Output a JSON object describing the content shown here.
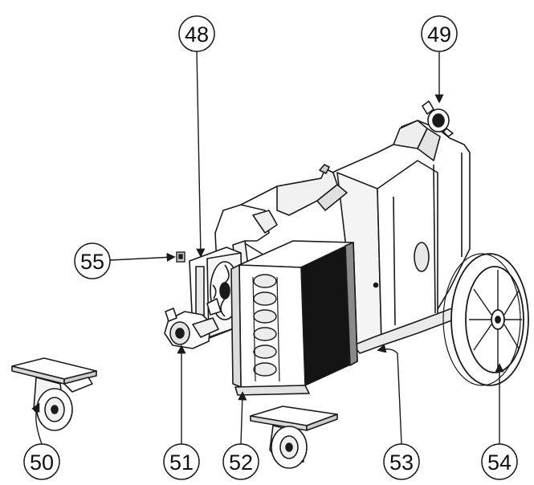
{
  "diagram": {
    "colors": {
      "line": "#1a1a1a",
      "body_fill": "#ffffff",
      "shade": "#d9d9d9",
      "dark": "#141414",
      "copper": "#ececec"
    },
    "callouts": [
      {
        "id": "c48",
        "label": "48"
      },
      {
        "id": "c49",
        "label": "49"
      },
      {
        "id": "c50",
        "label": "50"
      },
      {
        "id": "c51",
        "label": "51"
      },
      {
        "id": "c52",
        "label": "52"
      },
      {
        "id": "c53",
        "label": "53"
      },
      {
        "id": "c54",
        "label": "54"
      },
      {
        "id": "c55",
        "label": "55"
      }
    ]
  }
}
